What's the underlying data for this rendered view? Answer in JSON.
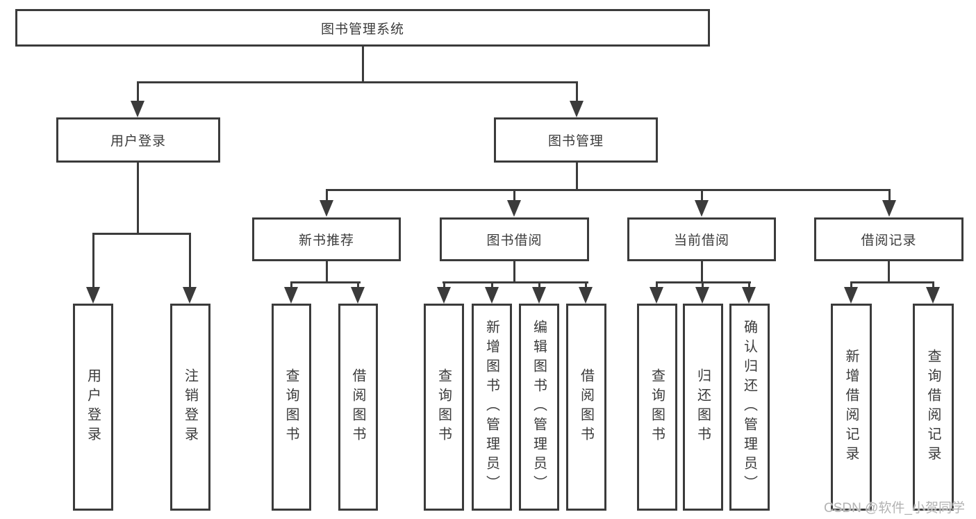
{
  "diagram": {
    "type": "hierarchy-diagram",
    "nodes": {
      "root": {
        "label": "图书管理系统"
      },
      "user_login": {
        "label": "用户登录"
      },
      "book_mgmt": {
        "label": "图书管理"
      },
      "new_book_rec": {
        "label": "新书推荐"
      },
      "book_borrow": {
        "label": "图书借阅"
      },
      "current_borrow": {
        "label": "当前借阅"
      },
      "borrow_record": {
        "label": "借阅记录"
      },
      "leaf_user_login": {
        "label": "用户登录"
      },
      "leaf_logout": {
        "label": "注销登录"
      },
      "leaf_rec_query": {
        "label": "查询图书"
      },
      "leaf_rec_borrow": {
        "label": "借阅图书"
      },
      "leaf_bb_query": {
        "label": "查询图书"
      },
      "leaf_bb_add": {
        "label": "新增图书（管理员）"
      },
      "leaf_bb_edit": {
        "label": "编辑图书（管理员）"
      },
      "leaf_bb_borrow": {
        "label": "借阅图书"
      },
      "leaf_cb_query": {
        "label": "查询图书"
      },
      "leaf_cb_return": {
        "label": "归还图书"
      },
      "leaf_cb_confirm": {
        "label": "确认归还（管理员）"
      },
      "leaf_br_add": {
        "label": "新增借阅记录"
      },
      "leaf_br_query": {
        "label": "查询借阅记录"
      }
    },
    "edges": [
      {
        "from": "root",
        "to": [
          "user_login",
          "book_mgmt"
        ]
      },
      {
        "from": "user_login",
        "to": [
          "leaf_user_login",
          "leaf_logout"
        ]
      },
      {
        "from": "book_mgmt",
        "to": [
          "new_book_rec",
          "book_borrow",
          "current_borrow",
          "borrow_record"
        ]
      },
      {
        "from": "new_book_rec",
        "to": [
          "leaf_rec_query",
          "leaf_rec_borrow"
        ]
      },
      {
        "from": "book_borrow",
        "to": [
          "leaf_bb_query",
          "leaf_bb_add",
          "leaf_bb_edit",
          "leaf_bb_borrow"
        ]
      },
      {
        "from": "current_borrow",
        "to": [
          "leaf_cb_query",
          "leaf_cb_return",
          "leaf_cb_confirm"
        ]
      },
      {
        "from": "borrow_record",
        "to": [
          "leaf_br_add",
          "leaf_br_query"
        ]
      }
    ],
    "watermark": {
      "text": "CSDN @软件_小贺同学",
      "color": "#b3b3b3"
    },
    "colors": {
      "line": "#3b3b3b",
      "box_border": "#3b3b3b",
      "text": "#3b3b3b",
      "background": "#ffffff"
    }
  }
}
